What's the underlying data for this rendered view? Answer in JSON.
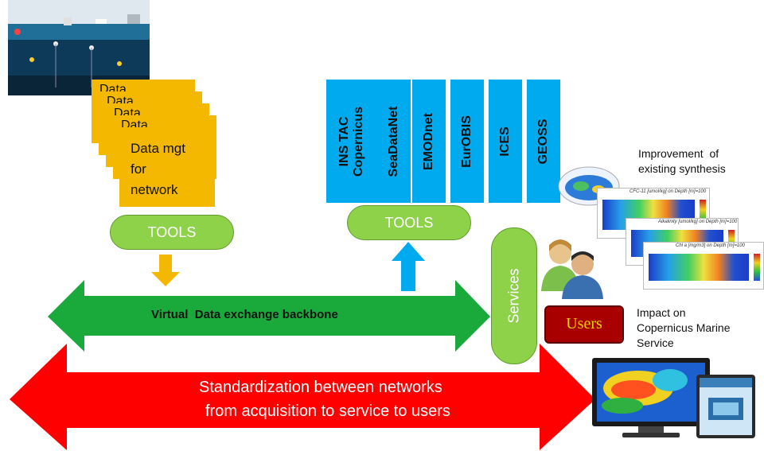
{
  "data_cards": {
    "stack_label": "Data",
    "front_lines": [
      "Data mgt",
      "for",
      "network"
    ]
  },
  "tools": {
    "left": "TOOLS",
    "right": "TOOLS"
  },
  "infrastructures": [
    {
      "line1": "INS TAC",
      "line2": "Copernicus"
    },
    {
      "line1": "SeaDataNet"
    },
    {
      "line1": "EMODnet"
    },
    {
      "line1": "EurOBIS"
    },
    {
      "line1": "ICES"
    },
    {
      "line1": "GEOSS"
    }
  ],
  "backbone": {
    "label": "Virtual  Data exchange backbone"
  },
  "services": {
    "label": "Services"
  },
  "standardization": {
    "line1": "Standardization between networks",
    "line2": "from acquisition to service to users"
  },
  "users": {
    "label": "Users"
  },
  "annotations": {
    "improvement_line1": "Improvement  of",
    "improvement_line2": "existing synthesis",
    "impact_line1": "Impact on",
    "impact_line2": "Copernicus Marine",
    "impact_line3": "Service"
  },
  "colors": {
    "card": "#f5b800",
    "tools": "#8ed24a",
    "infra_box": "#00aaee",
    "backbone": "#1aaa3c",
    "standardization": "#ff0000",
    "users_bg": "#a80000",
    "users_text": "#f0d000",
    "down_arrow": "#f5b800",
    "up_arrow": "#00aaee"
  }
}
